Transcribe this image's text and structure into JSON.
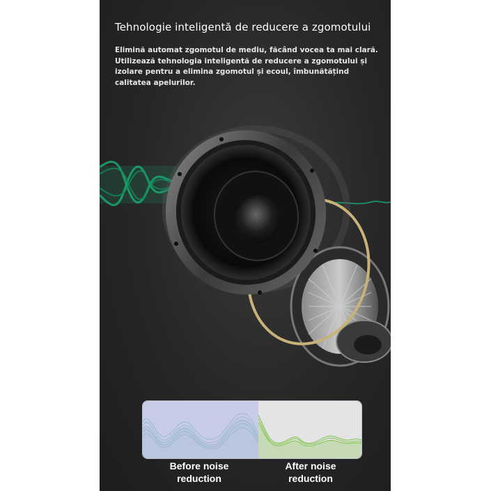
{
  "heading": {
    "title": "Tehnologie inteligentă de reducere a zgomotului",
    "description_lines": [
      "Elimină automat zgomotul de mediu, făcând vocea ta mai clară.",
      "Utilizează tehnologia inteligentă de reducere a zgomotului și",
      "izolare pentru a elimina zgomotul și ecoul, îmbunătățind",
      "calitatea apelurilor."
    ]
  },
  "comparison": {
    "before_label_line1": "Before noise",
    "before_label_line2": "reduction",
    "after_label_line1": "After noise",
    "after_label_line2": "reduction",
    "before_color": "#c9cce8",
    "after_color": "#e4e4e4",
    "before_wave_color": "#9fb7cf",
    "after_wave_color": "#7fc24a"
  },
  "colors": {
    "panel_bg": "#262626",
    "wave_accent": "#1aa36e",
    "speaker_ring": "#c8b27a"
  },
  "illustration": {
    "subject": "speaker-driver-exploded-view",
    "icons": [
      "sound-wave-icon",
      "speaker-icon"
    ]
  }
}
